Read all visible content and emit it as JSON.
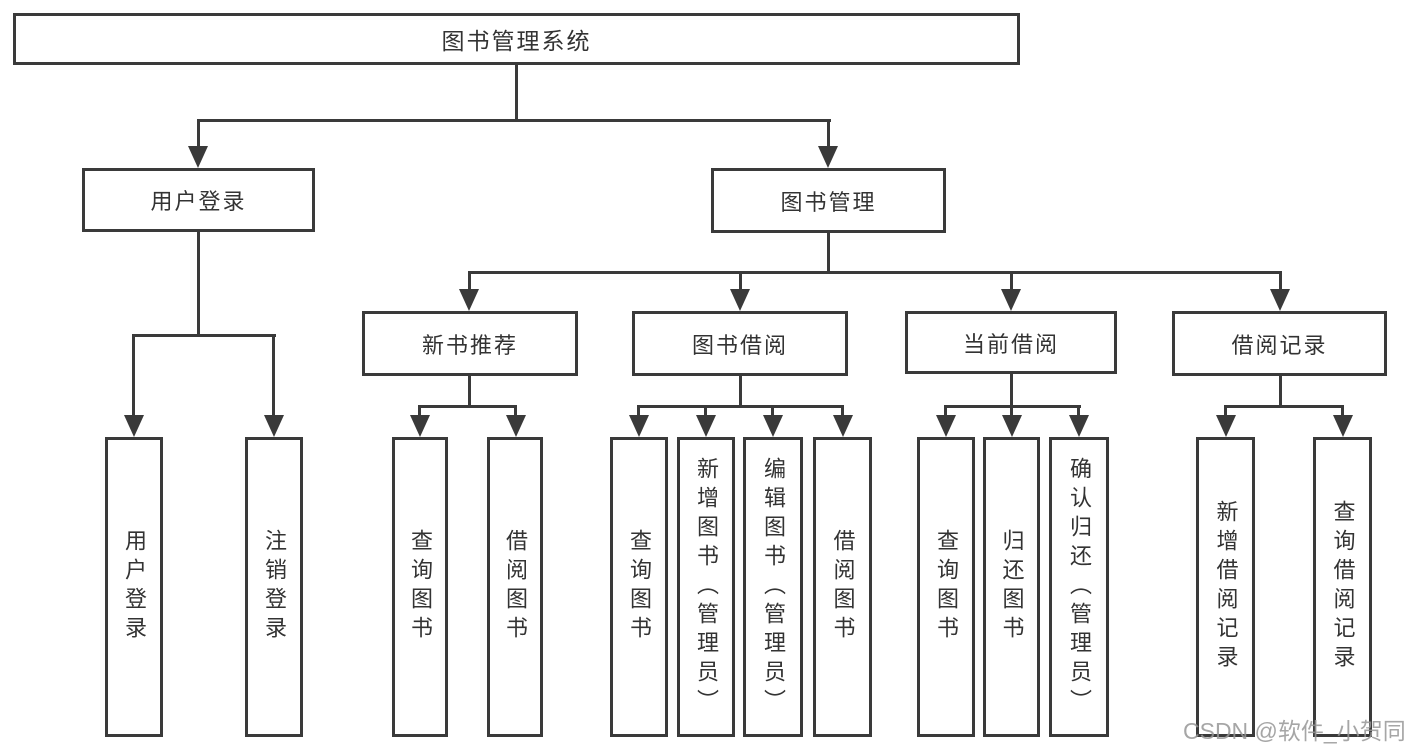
{
  "tree": {
    "label": "图书管理系统",
    "children": [
      {
        "label": "用户登录",
        "children": [
          {
            "label": "用户登录"
          },
          {
            "label": "注销登录"
          }
        ]
      },
      {
        "label": "图书管理",
        "children": [
          {
            "label": "新书推荐",
            "children": [
              {
                "label": "查询图书"
              },
              {
                "label": "借阅图书"
              }
            ]
          },
          {
            "label": "图书借阅",
            "children": [
              {
                "label": "查询图书"
              },
              {
                "label": "新增图书（管理员）"
              },
              {
                "label": "编辑图书（管理员）"
              },
              {
                "label": "借阅图书"
              }
            ]
          },
          {
            "label": "当前借阅",
            "children": [
              {
                "label": "查询图书"
              },
              {
                "label": "归还图书"
              },
              {
                "label": "确认归还（管理员）"
              }
            ]
          },
          {
            "label": "借阅记录",
            "children": [
              {
                "label": "新增借阅记录"
              },
              {
                "label": "查询借阅记录"
              }
            ]
          }
        ]
      }
    ]
  },
  "watermark": "CSDN @软件_小贺同学",
  "colors": {
    "line": "#3a3a3a",
    "background": "#ffffff",
    "watermark": "#969696"
  }
}
